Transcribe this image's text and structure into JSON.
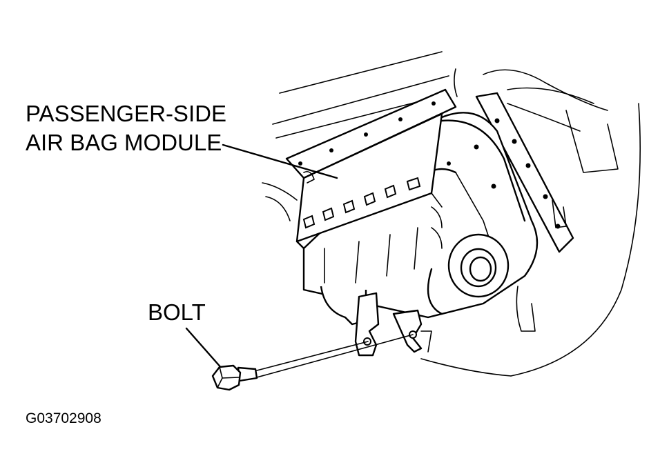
{
  "labels": {
    "module_line1": "PASSENGER-SIDE",
    "module_line2": "AIR BAG MODULE",
    "bolt": "BOLT",
    "figure_code": "G03702908"
  },
  "colors": {
    "line": "#000000",
    "background": "#ffffff"
  }
}
